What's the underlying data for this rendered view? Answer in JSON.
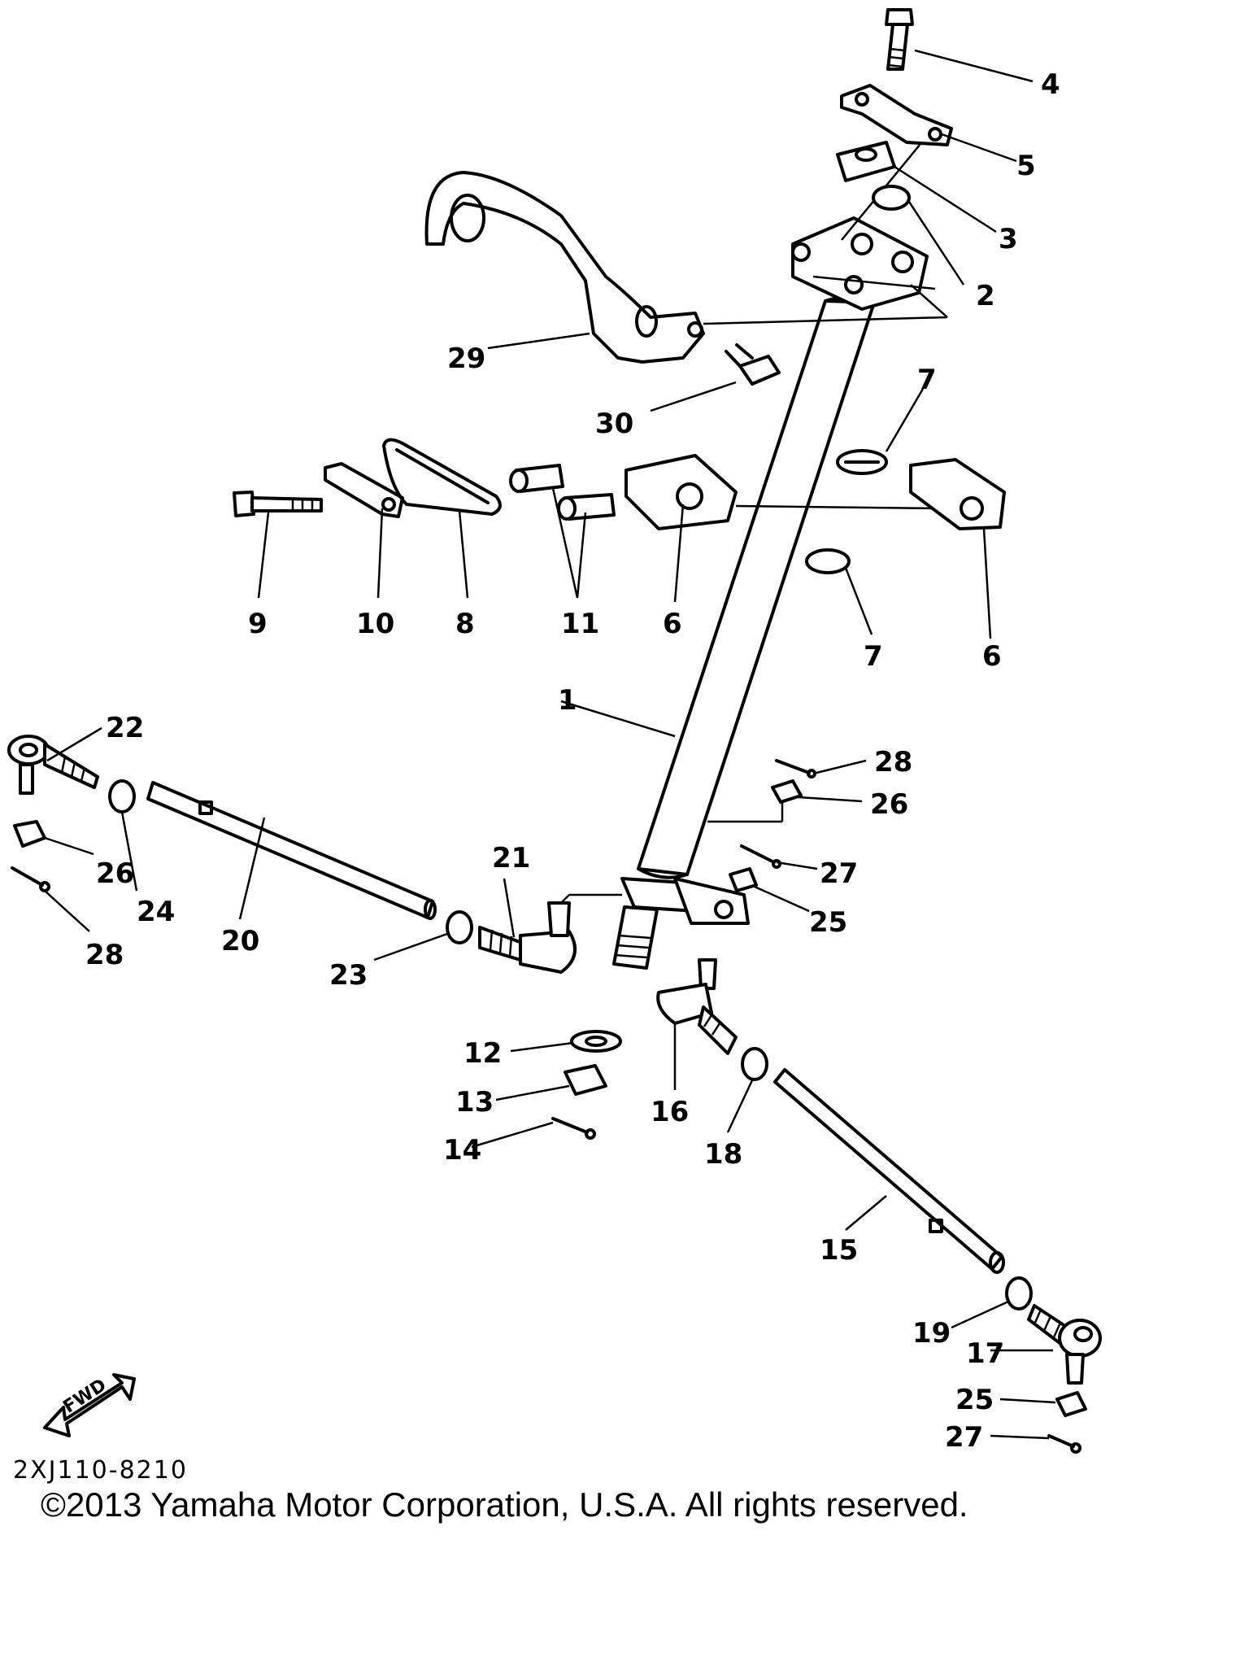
{
  "diagram": {
    "callouts": [
      {
        "n": "1"
      },
      {
        "n": "2"
      },
      {
        "n": "3"
      },
      {
        "n": "4"
      },
      {
        "n": "5"
      },
      {
        "n": "6"
      },
      {
        "n": "6"
      },
      {
        "n": "7"
      },
      {
        "n": "7"
      },
      {
        "n": "8"
      },
      {
        "n": "9"
      },
      {
        "n": "10"
      },
      {
        "n": "11"
      },
      {
        "n": "12"
      },
      {
        "n": "13"
      },
      {
        "n": "14"
      },
      {
        "n": "15"
      },
      {
        "n": "16"
      },
      {
        "n": "17"
      },
      {
        "n": "18"
      },
      {
        "n": "19"
      },
      {
        "n": "20"
      },
      {
        "n": "21"
      },
      {
        "n": "22"
      },
      {
        "n": "23"
      },
      {
        "n": "24"
      },
      {
        "n": "25"
      },
      {
        "n": "25"
      },
      {
        "n": "26"
      },
      {
        "n": "26"
      },
      {
        "n": "27"
      },
      {
        "n": "27"
      },
      {
        "n": "28"
      },
      {
        "n": "28"
      },
      {
        "n": "29"
      },
      {
        "n": "30"
      }
    ],
    "fwd_label": "FWD",
    "ref_code": "2XJ110-8210"
  },
  "footer": {
    "copyright": "©2013 Yamaha Motor Corporation, U.S.A. All rights reserved."
  }
}
